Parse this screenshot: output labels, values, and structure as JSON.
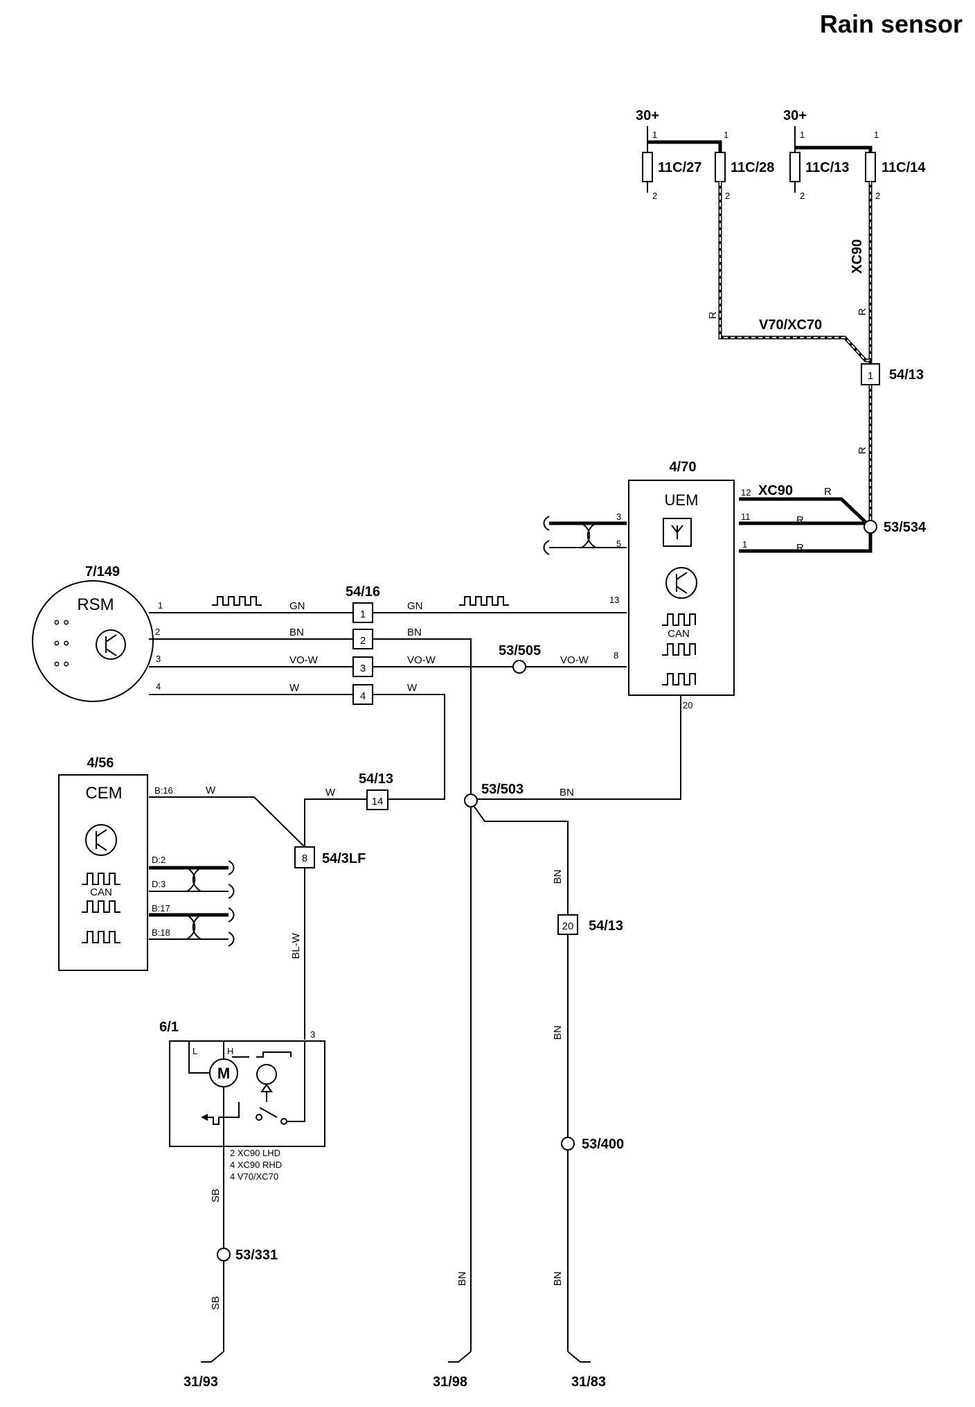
{
  "title": "Rain sensor",
  "fuses": [
    {
      "supply": "30+",
      "labels": [
        "11C/27",
        "11C/28"
      ]
    },
    {
      "supply": "30+",
      "labels": [
        "11C/13",
        "11C/14"
      ]
    }
  ],
  "fuse_pins": {
    "in": "1",
    "out": "2"
  },
  "variants": {
    "xc90": "XC90",
    "v70": "V70/XC70"
  },
  "connectors": {
    "c5413_top": {
      "id": "54/13",
      "pin": "1"
    },
    "c5413_mid": {
      "id": "54/13",
      "pin": "14"
    },
    "c5413_bn": {
      "id": "54/13",
      "pin": "20"
    },
    "c5416": {
      "id": "54/16",
      "pins": [
        "1",
        "2",
        "3",
        "4"
      ]
    },
    "c543lf": {
      "id": "54/3LF",
      "pin": "8"
    }
  },
  "splices": {
    "s534": "53/534",
    "s505": "53/505",
    "s503": "53/503",
    "s400": "53/400",
    "s331": "53/331"
  },
  "uem": {
    "id": "4/70",
    "name": "UEM",
    "can_label": "CAN",
    "pins": {
      "p12": "12",
      "p11": "11",
      "p1": "1",
      "p3": "3",
      "p5": "5",
      "p13": "13",
      "p8": "8",
      "p20": "20"
    },
    "xc90_label": "XC90"
  },
  "rsm": {
    "id": "7/149",
    "name": "RSM",
    "pins": [
      "1",
      "2",
      "3",
      "4"
    ]
  },
  "cem": {
    "id": "4/56",
    "name": "CEM",
    "can_label": "CAN",
    "pins": {
      "b16": "B:16",
      "d2": "D:2",
      "d3": "D:3",
      "b17": "B:17",
      "b18": "B:18"
    }
  },
  "motor": {
    "id": "6/1",
    "pin3": "3",
    "l_label": "L",
    "h_label": "H",
    "ground_notes": [
      "2 XC90 LHD",
      "4 XC90 RHD",
      "4 V70/XC70"
    ]
  },
  "wire_colors": {
    "r": "R",
    "gn": "GN",
    "bn": "BN",
    "vow": "VO-W",
    "w": "W",
    "blw": "BL-W",
    "sb": "SB"
  },
  "grounds": [
    "31/93",
    "31/98",
    "31/83"
  ]
}
